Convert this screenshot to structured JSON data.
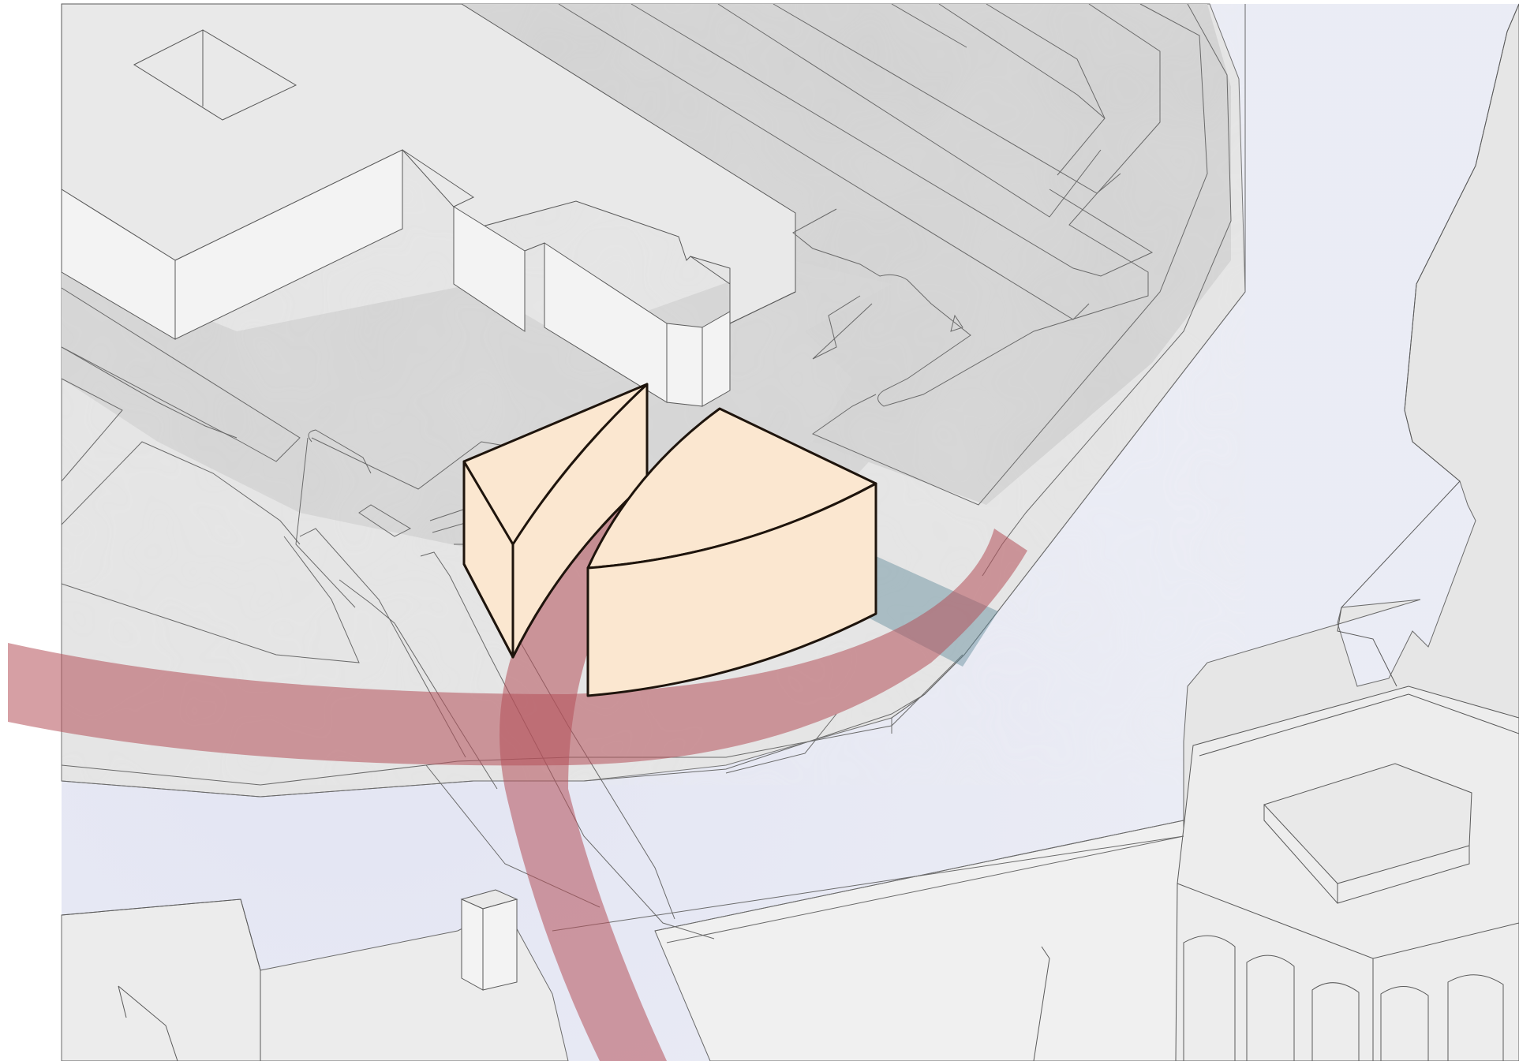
{
  "colors": {
    "water": "#e2e4f0",
    "ground_light": "#efefef",
    "ground_dark": "#d6d6d6",
    "building": "#ededed",
    "proposed_volume": "#fbe7d0",
    "volume_outline": "#1e140c",
    "route": "#b5515a",
    "view_corridor": "#5f8a98"
  },
  "icons": {
    "route": "red-route-band",
    "view_corridor": "teal-view-corridor",
    "proposed_volume": "massing-volume"
  }
}
